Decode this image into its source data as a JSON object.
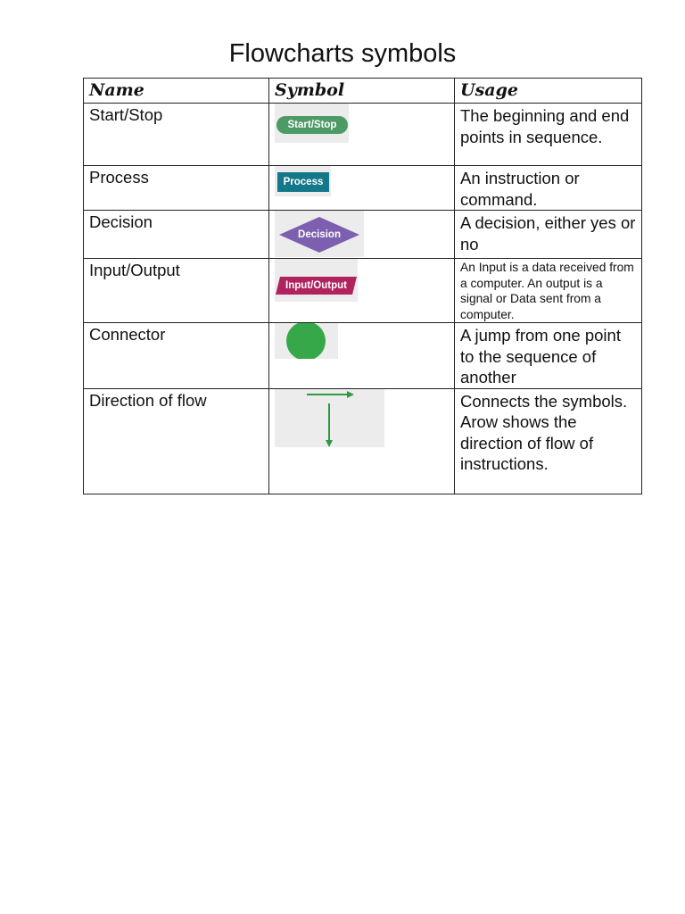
{
  "title": "Flowcharts symbols",
  "headers": {
    "name": "Name",
    "symbol": "Symbol",
    "usage": "Usage"
  },
  "rows": [
    {
      "name": "Start/Stop",
      "symbol_label": "Start/Stop",
      "symbol_icon": "terminator-pill-icon",
      "usage": "The beginning and end points in sequence."
    },
    {
      "name": "Process",
      "symbol_label": "Process",
      "symbol_icon": "process-rectangle-icon",
      "usage": "An instruction or command."
    },
    {
      "name": "Decision",
      "symbol_label": "Decision",
      "symbol_icon": "decision-diamond-icon",
      "usage": "A decision, either yes or no"
    },
    {
      "name": "Input/Output",
      "symbol_label": "Input/Output",
      "symbol_icon": "input-output-parallelogram-icon",
      "usage": "An Input is a data received from a computer. An output is a signal or Data sent from a computer."
    },
    {
      "name": "Connector",
      "symbol_icon": "connector-circle-icon",
      "usage": "A jump from one point to the sequence of another"
    },
    {
      "name": "Direction of flow",
      "symbol_icon": "flow-arrows-icon",
      "usage": "Connects the symbols. Arow shows the direction of flow of instructions."
    }
  ],
  "colors": {
    "start_stop": "#4e9a67",
    "process": "#15778a",
    "decision": "#7d5fb0",
    "input_output": "#b0235e",
    "connector": "#36a84a",
    "arrow": "#2e9a40",
    "symbol_background": "#ececec"
  }
}
